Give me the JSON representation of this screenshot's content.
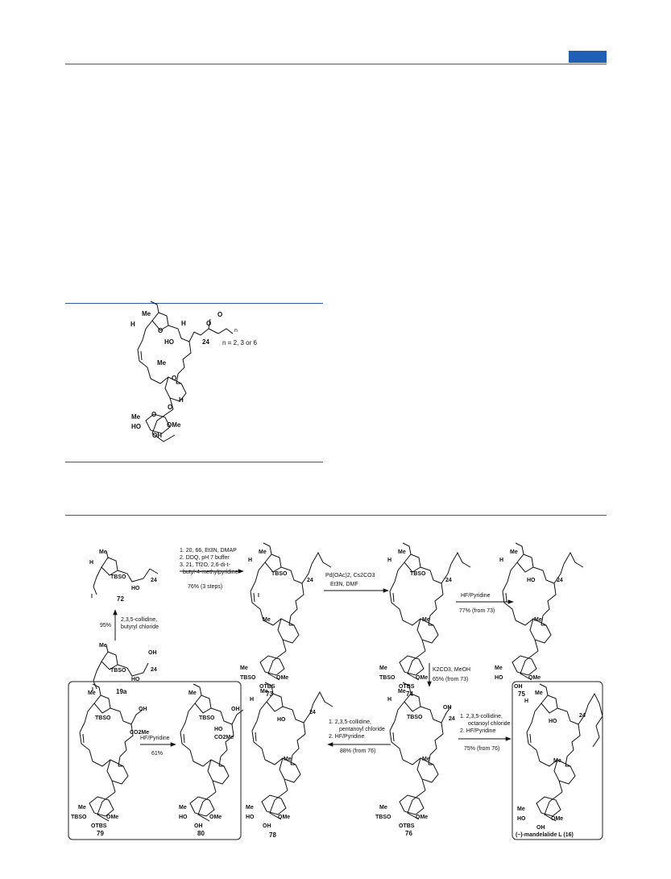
{
  "figure_a": {
    "labels": {
      "me_top": "Me",
      "h_left": "H",
      "h_right": "H",
      "o_ring": "O",
      "ho": "HO",
      "c24": "24",
      "ester_o": "O",
      "ester_c": "O",
      "n_sub": "n",
      "me_mid": "Me",
      "o_pyran": "O",
      "h_pyran": "H",
      "o_link": "O",
      "me_sugar": "Me",
      "o_sugar": "O",
      "ho_sugar": "HO",
      "ome": "OMe",
      "oh": "OH"
    },
    "note": "n = 2, 3 or 6"
  },
  "scheme": {
    "compounds": {
      "c72": "72",
      "c19a": "19a",
      "c73": "73",
      "c74": "74",
      "c75": "75",
      "c76": "76",
      "c78": "78",
      "c79": "79",
      "c80": "80",
      "c16": "(–)-mandelalide L (16)"
    },
    "atoms": {
      "me": "Me",
      "h": "H",
      "o": "O",
      "tbso": "TBSO",
      "ho": "HO",
      "oh": "OH",
      "i": "I",
      "c24": "24",
      "otbs": "OTBS",
      "ome": "OMe",
      "co2me": "CO2Me"
    },
    "arrows": {
      "a1": {
        "lines": [
          "1. 20, 66, Et3N, DMAP",
          "2. DDQ, pH 7 buffer",
          "3. 21, Tf2O, 2,6-di-t-",
          "butyl-4-methylpyridine"
        ],
        "yield": "76% (3 steps)"
      },
      "a2": {
        "lines": [
          "Pd(OAc)2, Cs2CO3",
          "Et3N, DMF"
        ]
      },
      "a3": {
        "lines": [
          "HF/Pyridine"
        ],
        "yield": "77% (from 73)"
      },
      "a4": {
        "lines": [
          "95%",
          "2,3,5-collidine,",
          "butyryl chloride"
        ]
      },
      "a5": {
        "lines": [
          "K2CO3, MeOH",
          "65% (from 73)"
        ]
      },
      "a6": {
        "lines": [
          "1. 2,3,5-collidine,",
          "pentanoyl chloride",
          "2. HF/Pyridine"
        ],
        "yield": "88% (from 76)"
      },
      "a7": {
        "lines": [
          "1. 2,3,5-collidine,",
          "octanoyl chloride",
          "2. HF/Pyridine"
        ],
        "yield": "75% (from 76)"
      },
      "a8": {
        "lines": [
          "HF/Pyridine"
        ],
        "yield": "61%"
      }
    }
  }
}
